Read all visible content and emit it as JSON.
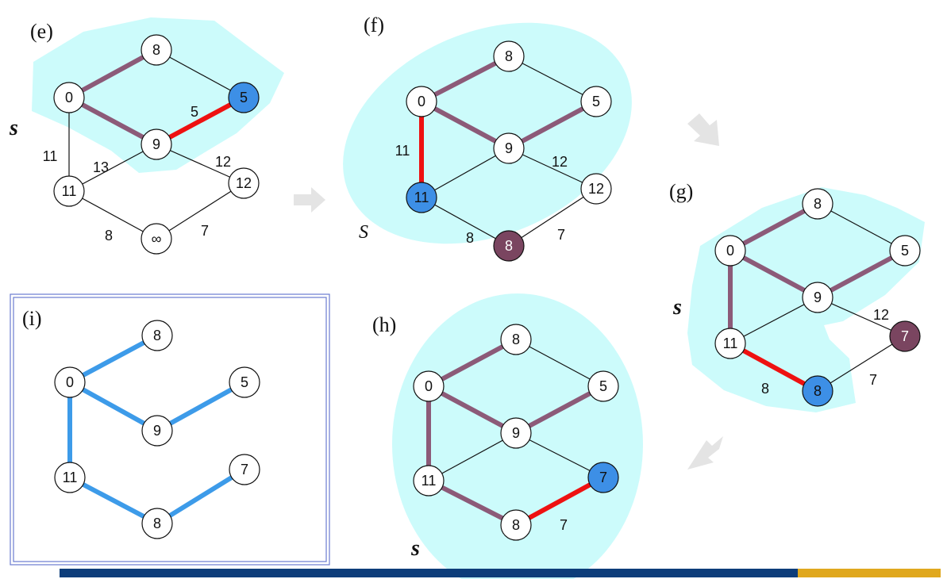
{
  "colors": {
    "region": "#ccfbfb",
    "tree_edge": "#8c5a78",
    "new_edge": "#ee1111",
    "plain_edge": "#111111",
    "final_edge": "#3d9be9",
    "node_fill": "#ffffff",
    "node_current": "#3d8fe6",
    "node_candidate": "#7a4560",
    "arrow": "#e4e4e4",
    "bar_blue": "#0d3d7a",
    "bar_gold": "#e0a81e",
    "frame": "#6a7bd0"
  },
  "panels": [
    {
      "id": "e",
      "label": "(e)",
      "set_label": "s",
      "nodes": [
        {
          "id": "A",
          "text": "0",
          "state": "normal"
        },
        {
          "id": "B",
          "text": "8",
          "state": "normal"
        },
        {
          "id": "C",
          "text": "5",
          "state": "current"
        },
        {
          "id": "D",
          "text": "9",
          "state": "normal"
        },
        {
          "id": "E",
          "text": "11",
          "state": "normal"
        },
        {
          "id": "F",
          "text": "12",
          "state": "normal"
        },
        {
          "id": "G",
          "text": "∞",
          "state": "normal"
        }
      ],
      "edges": [
        {
          "from": "A",
          "to": "B",
          "kind": "tree"
        },
        {
          "from": "B",
          "to": "C",
          "kind": "plain"
        },
        {
          "from": "A",
          "to": "D",
          "kind": "tree"
        },
        {
          "from": "D",
          "to": "C",
          "kind": "new",
          "weight": "5"
        },
        {
          "from": "A",
          "to": "E",
          "kind": "plain",
          "weight": "11"
        },
        {
          "from": "D",
          "to": "E",
          "kind": "plain",
          "weight": "13"
        },
        {
          "from": "D",
          "to": "F",
          "kind": "plain",
          "weight": "12"
        },
        {
          "from": "E",
          "to": "G",
          "kind": "plain",
          "weight": "8"
        },
        {
          "from": "G",
          "to": "F",
          "kind": "plain",
          "weight": "7"
        }
      ]
    },
    {
      "id": "f",
      "label": "(f)",
      "set_label": "S",
      "nodes": [
        {
          "id": "A",
          "text": "0",
          "state": "normal"
        },
        {
          "id": "B",
          "text": "8",
          "state": "normal"
        },
        {
          "id": "C",
          "text": "5",
          "state": "normal"
        },
        {
          "id": "D",
          "text": "9",
          "state": "normal"
        },
        {
          "id": "E",
          "text": "11",
          "state": "current"
        },
        {
          "id": "F",
          "text": "12",
          "state": "normal"
        },
        {
          "id": "G",
          "text": "8",
          "state": "candidate"
        }
      ],
      "edges": [
        {
          "from": "A",
          "to": "B",
          "kind": "tree"
        },
        {
          "from": "B",
          "to": "C",
          "kind": "plain"
        },
        {
          "from": "A",
          "to": "D",
          "kind": "tree"
        },
        {
          "from": "D",
          "to": "C",
          "kind": "tree"
        },
        {
          "from": "A",
          "to": "E",
          "kind": "new",
          "weight": "11"
        },
        {
          "from": "D",
          "to": "E",
          "kind": "plain"
        },
        {
          "from": "D",
          "to": "F",
          "kind": "plain",
          "weight": "12"
        },
        {
          "from": "E",
          "to": "G",
          "kind": "plain",
          "weight": "8"
        },
        {
          "from": "G",
          "to": "F",
          "kind": "plain",
          "weight": "7"
        }
      ]
    },
    {
      "id": "g",
      "label": "(g)",
      "set_label": "s",
      "nodes": [
        {
          "id": "A",
          "text": "0",
          "state": "normal"
        },
        {
          "id": "B",
          "text": "8",
          "state": "normal"
        },
        {
          "id": "C",
          "text": "5",
          "state": "normal"
        },
        {
          "id": "D",
          "text": "9",
          "state": "normal"
        },
        {
          "id": "E",
          "text": "11",
          "state": "normal"
        },
        {
          "id": "F",
          "text": "7",
          "state": "candidate"
        },
        {
          "id": "G",
          "text": "8",
          "state": "current"
        }
      ],
      "edges": [
        {
          "from": "A",
          "to": "B",
          "kind": "tree"
        },
        {
          "from": "B",
          "to": "C",
          "kind": "plain"
        },
        {
          "from": "A",
          "to": "D",
          "kind": "tree"
        },
        {
          "from": "D",
          "to": "C",
          "kind": "tree"
        },
        {
          "from": "A",
          "to": "E",
          "kind": "tree"
        },
        {
          "from": "D",
          "to": "E",
          "kind": "plain"
        },
        {
          "from": "D",
          "to": "F",
          "kind": "plain",
          "weight": "12"
        },
        {
          "from": "E",
          "to": "G",
          "kind": "new",
          "weight": "8"
        },
        {
          "from": "G",
          "to": "F",
          "kind": "plain",
          "weight": "7"
        }
      ]
    },
    {
      "id": "h",
      "label": "(h)",
      "set_label": "s",
      "nodes": [
        {
          "id": "A",
          "text": "0",
          "state": "normal"
        },
        {
          "id": "B",
          "text": "8",
          "state": "normal"
        },
        {
          "id": "C",
          "text": "5",
          "state": "normal"
        },
        {
          "id": "D",
          "text": "9",
          "state": "normal"
        },
        {
          "id": "E",
          "text": "11",
          "state": "normal"
        },
        {
          "id": "F",
          "text": "7",
          "state": "current"
        },
        {
          "id": "G",
          "text": "8",
          "state": "normal"
        }
      ],
      "edges": [
        {
          "from": "A",
          "to": "B",
          "kind": "tree"
        },
        {
          "from": "B",
          "to": "C",
          "kind": "plain"
        },
        {
          "from": "A",
          "to": "D",
          "kind": "tree"
        },
        {
          "from": "D",
          "to": "C",
          "kind": "tree"
        },
        {
          "from": "A",
          "to": "E",
          "kind": "tree"
        },
        {
          "from": "D",
          "to": "E",
          "kind": "plain"
        },
        {
          "from": "D",
          "to": "F",
          "kind": "plain"
        },
        {
          "from": "E",
          "to": "G",
          "kind": "tree"
        },
        {
          "from": "G",
          "to": "F",
          "kind": "new",
          "weight": "7"
        }
      ]
    },
    {
      "id": "i",
      "label": "(i)",
      "set_label": "",
      "nodes": [
        {
          "id": "A",
          "text": "0",
          "state": "normal"
        },
        {
          "id": "B",
          "text": "8",
          "state": "normal"
        },
        {
          "id": "C",
          "text": "5",
          "state": "normal"
        },
        {
          "id": "D",
          "text": "9",
          "state": "normal"
        },
        {
          "id": "E",
          "text": "11",
          "state": "normal"
        },
        {
          "id": "F",
          "text": "7",
          "state": "normal"
        },
        {
          "id": "G",
          "text": "8",
          "state": "normal"
        }
      ],
      "edges": [
        {
          "from": "A",
          "to": "B",
          "kind": "final"
        },
        {
          "from": "A",
          "to": "D",
          "kind": "final"
        },
        {
          "from": "D",
          "to": "C",
          "kind": "final"
        },
        {
          "from": "A",
          "to": "E",
          "kind": "final"
        },
        {
          "from": "E",
          "to": "G",
          "kind": "final"
        },
        {
          "from": "G",
          "to": "F",
          "kind": "final"
        }
      ]
    }
  ]
}
